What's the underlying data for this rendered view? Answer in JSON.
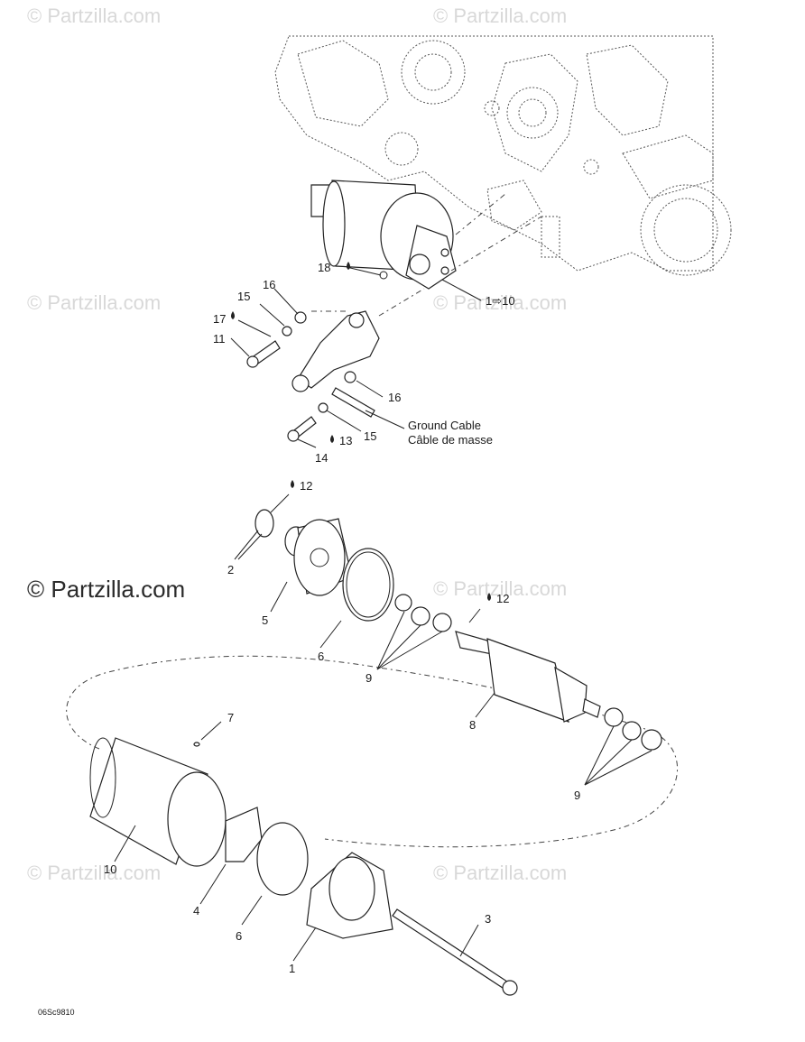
{
  "watermarks": {
    "text": "© Partzilla.com"
  },
  "labels": {
    "l18": "18",
    "l15a": "15",
    "l16a": "16",
    "l17": "17",
    "l11": "11",
    "l1_10": "1⇨10",
    "l16b": "16",
    "ground_en": "Ground Cable",
    "ground_fr": "Câble de masse",
    "l15b": "15",
    "l13": "13",
    "l14": "14",
    "l12a": "12",
    "l2": "2",
    "l5": "5",
    "l6a": "6",
    "l9a": "9",
    "l12b": "12",
    "l8": "8",
    "l7": "7",
    "l9b": "9",
    "l10": "10",
    "l4": "4",
    "l6b": "6",
    "l1": "1",
    "l3": "3"
  },
  "footer": {
    "code": "06Sc9810"
  },
  "colors": {
    "line": "#222222",
    "watermark": "#d8d8d8"
  }
}
